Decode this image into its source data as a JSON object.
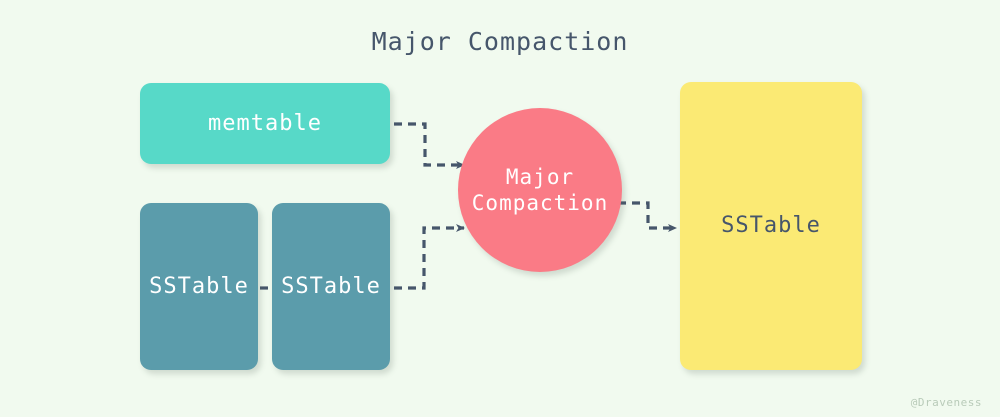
{
  "diagram": {
    "title": "Major Compaction",
    "background_color": "#f1faef",
    "watermark": "@Draveness",
    "nodes": [
      {
        "id": "memtable",
        "label": "memtable",
        "shape": "rounded-rect",
        "fill": "#57d9c8",
        "text_color": "#ffffff"
      },
      {
        "id": "sstable-input-1",
        "label": "SSTable",
        "shape": "rounded-rect",
        "fill": "#5b9cab",
        "text_color": "#ffffff"
      },
      {
        "id": "sstable-input-2",
        "label": "SSTable",
        "shape": "rounded-rect",
        "fill": "#5b9cab",
        "text_color": "#ffffff"
      },
      {
        "id": "major-compaction",
        "label_line1": "Major",
        "label_line2": "Compaction",
        "shape": "circle",
        "fill": "#fa7b86",
        "text_color": "#ffffff"
      },
      {
        "id": "sstable-output",
        "label": "SSTable",
        "shape": "rounded-rect",
        "fill": "#fbea74",
        "text_color": "#46566b"
      }
    ],
    "edges": [
      {
        "id": "edge-memtable-to-compaction",
        "from": "memtable",
        "to": "major-compaction",
        "style": "dashed",
        "arrow": true,
        "color": "#46566b"
      },
      {
        "id": "edge-sstable1-to-sstable2",
        "from": "sstable-input-1",
        "to": "sstable-input-2",
        "style": "dashed",
        "arrow": false,
        "color": "#46566b"
      },
      {
        "id": "edge-sstable2-to-compaction",
        "from": "sstable-input-2",
        "to": "major-compaction",
        "style": "dashed",
        "arrow": true,
        "color": "#46566b"
      },
      {
        "id": "edge-compaction-to-output",
        "from": "major-compaction",
        "to": "sstable-output",
        "style": "dashed",
        "arrow": true,
        "color": "#46566b"
      }
    ]
  }
}
